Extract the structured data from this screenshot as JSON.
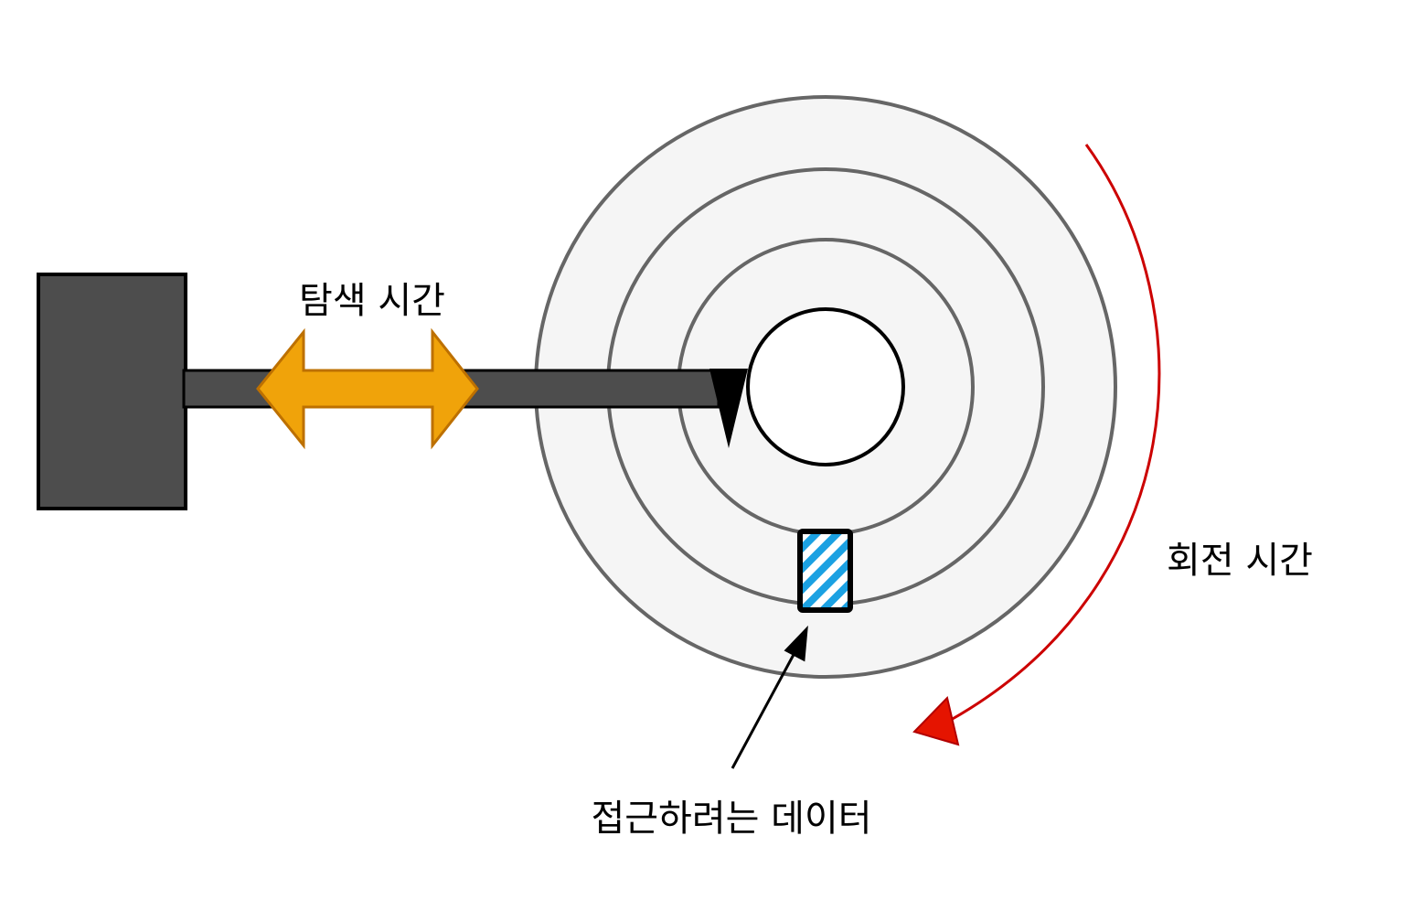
{
  "labels": {
    "seek_time": "탐색 시간",
    "rotation_time": "회전 시간",
    "target_data": "접근하려는 데이터"
  },
  "colors": {
    "actuator": "#4d4d4d",
    "platter_fill": "#f5f5f5",
    "track_stroke": "#666666",
    "seek_arrow_fill": "#f0a30a",
    "seek_arrow_stroke": "#bd7000",
    "rotation_arrow": "#cc0000",
    "rotation_arrowhead": "#e51400",
    "data_hatch": "#1ba1e2"
  },
  "icons": {
    "actuator": "actuator-block",
    "seek": "double-arrow-icon",
    "rotation": "curved-arrow-icon",
    "pointer": "arrow-icon"
  }
}
